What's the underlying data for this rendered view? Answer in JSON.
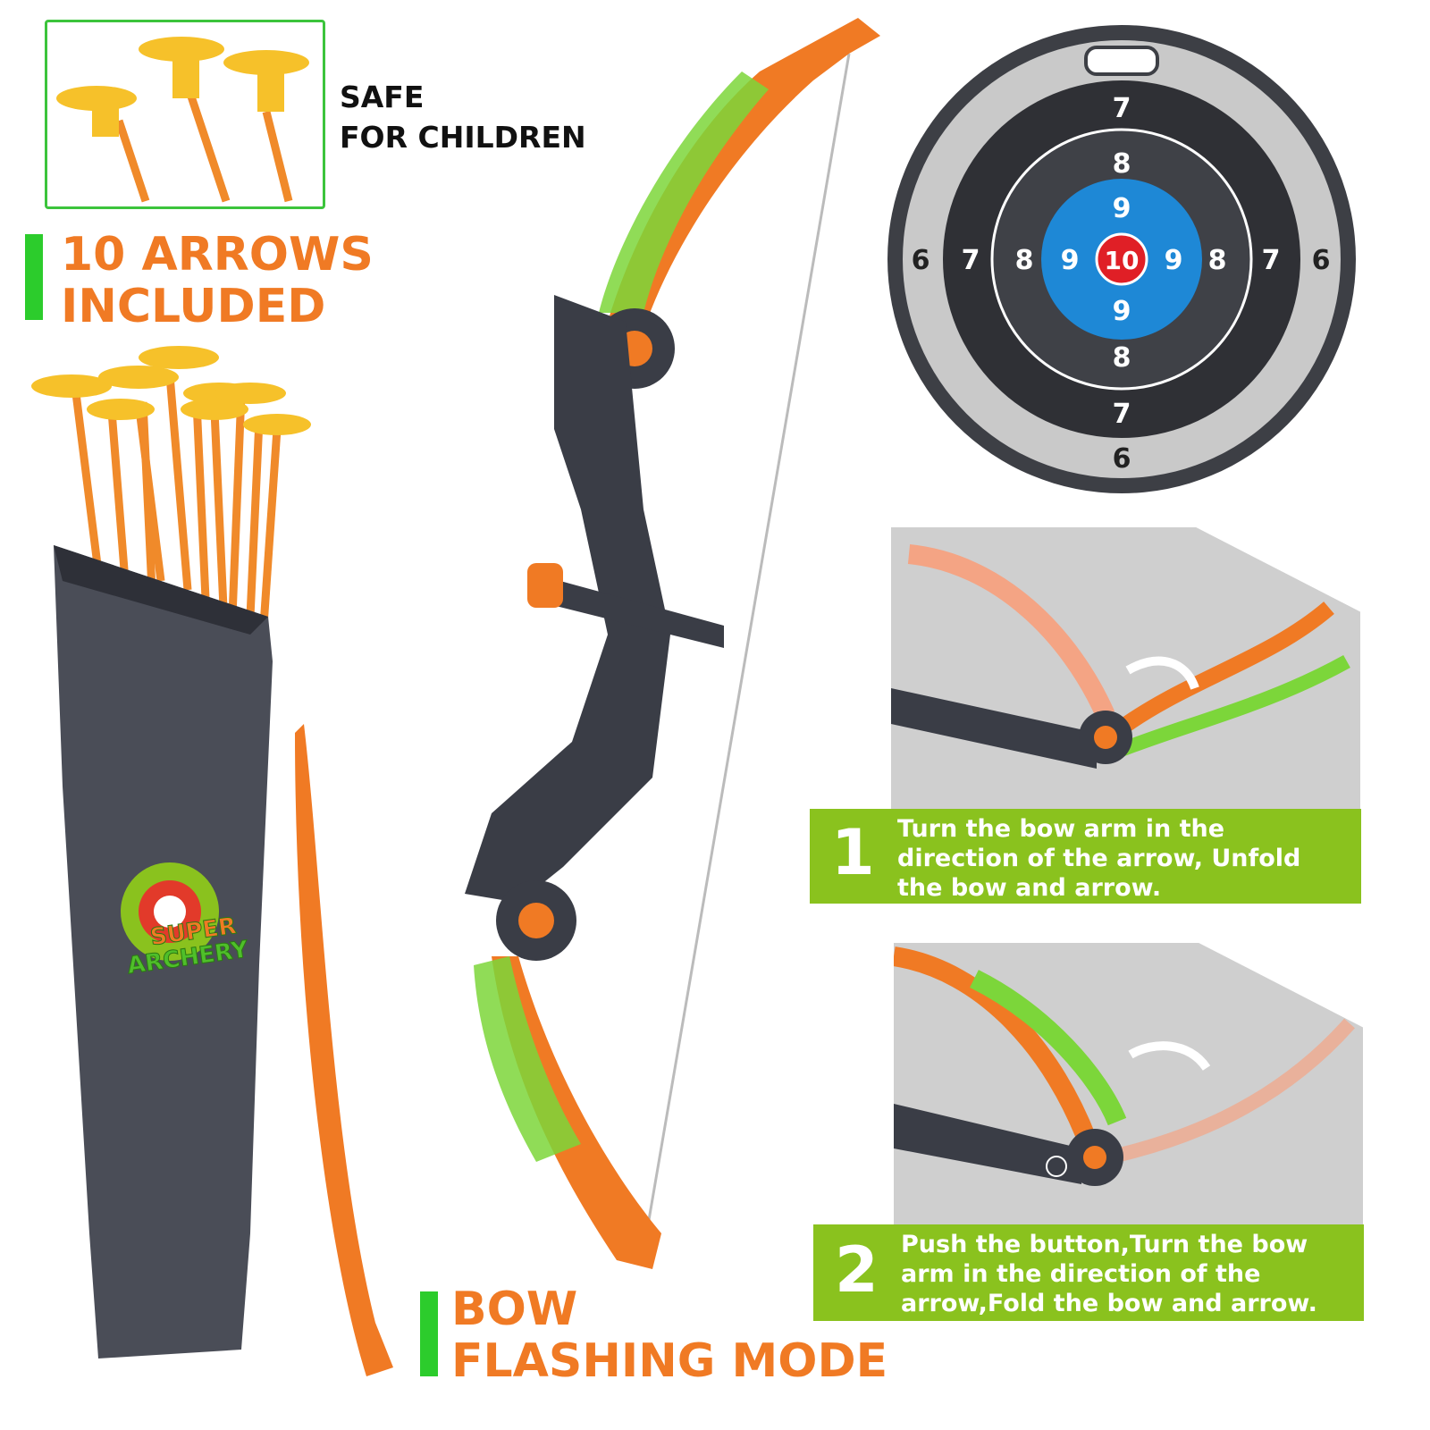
{
  "safety": {
    "line1": "SAFE",
    "line2": "FOR CHILDREN"
  },
  "arrows_heading": {
    "line1": "10 ARROWS",
    "line2": "INCLUDED"
  },
  "bow_heading": {
    "line1": "BOW",
    "line2": "FLASHING MODE"
  },
  "quiver_logo": {
    "line1": "SUPER",
    "line2": "ARCHERY"
  },
  "target": {
    "center": "10",
    "ring9": [
      "9",
      "9",
      "9",
      "9"
    ],
    "ring8": [
      "8",
      "8",
      "8",
      "8"
    ],
    "ring7": [
      "7",
      "7",
      "7",
      "7"
    ],
    "ring6": [
      "6",
      "6",
      "6"
    ]
  },
  "steps": [
    {
      "number": "1",
      "text": "Turn the bow arm in the direction of the arrow, Unfold the bow and arrow."
    },
    {
      "number": "2",
      "text": "Push the button,Turn the bow arm in the direction of the arrow,Fold the bow and arrow."
    }
  ],
  "colors": {
    "orange": "#f07a24",
    "green": "#8ac21e",
    "gray": "#4a4d57",
    "blue": "#1e88d6"
  }
}
